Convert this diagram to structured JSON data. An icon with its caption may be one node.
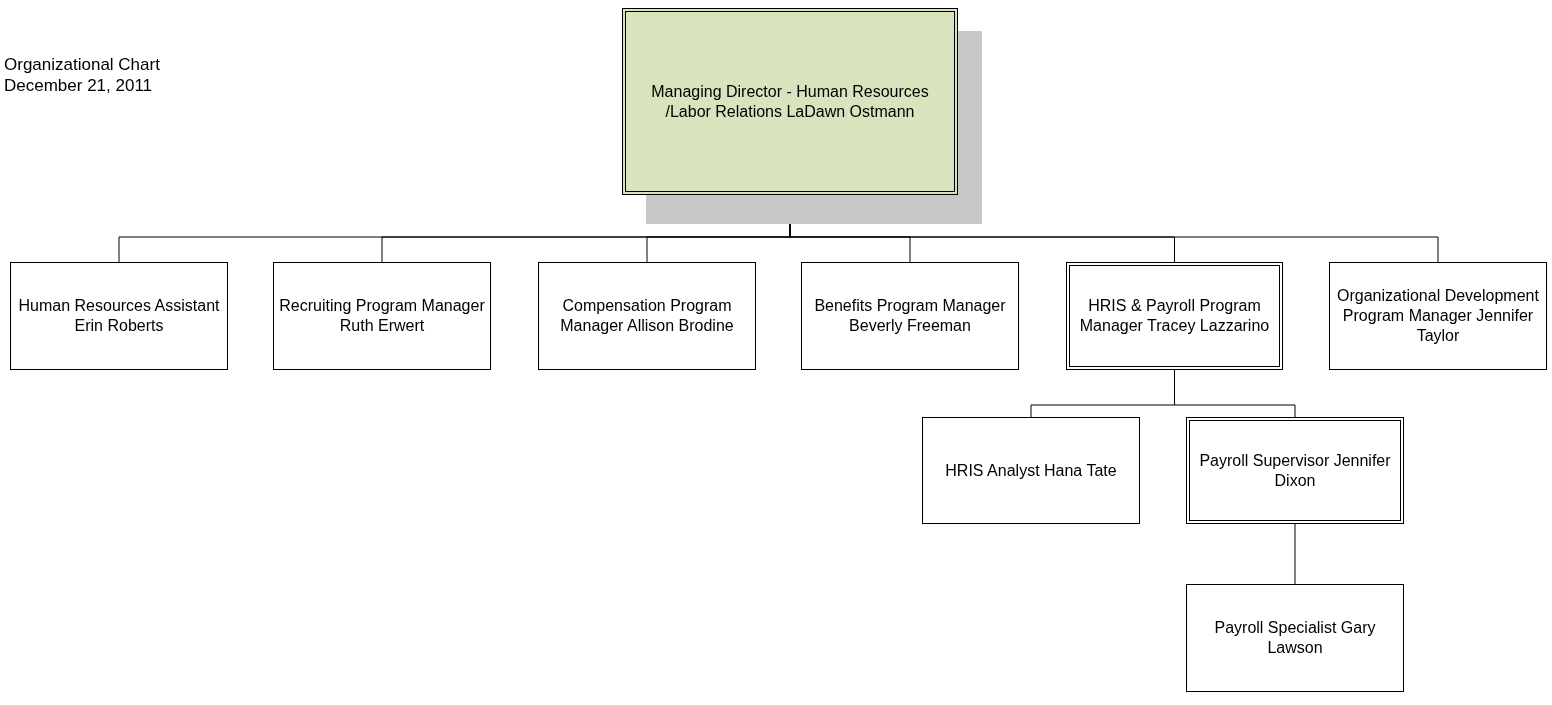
{
  "diagram": {
    "title": "Organizational Chart",
    "labels": [
      "December 21, 2011"
    ],
    "nodes": [
      {
        "text": [
          "Managing Director - Human Resources /Labor Relations LaDawn Ostmann"
        ]
      },
      {
        "text": [
          "Human Resources Assistant Erin Roberts"
        ]
      },
      {
        "text": [
          "Recruiting Program Manager Ruth Erwert"
        ]
      },
      {
        "text": [
          "Compensation Program Manager Allison Brodine"
        ]
      },
      {
        "text": [
          "Benefits Program Manager Beverly Freeman"
        ]
      },
      {
        "text": [
          "HRIS & Payroll Program Manager Tracey Lazzarino"
        ]
      },
      {
        "text": [
          "Organizational Development Program Manager Jennifer Taylor"
        ]
      },
      {
        "text": [
          "HRIS Analyst Hana Tate"
        ]
      },
      {
        "text": [
          "Payroll Supervisor Jennifer Dixon"
        ]
      },
      {
        "text": [
          "Payroll Specialist Gary Lawson"
        ]
      }
    ],
    "edges": [
      {
        "from": 0,
        "to": 1,
        "arrow": "none"
      },
      {
        "from": 0,
        "to": 2,
        "arrow": "none"
      },
      {
        "from": 0,
        "to": 3,
        "arrow": "none"
      },
      {
        "from": 0,
        "to": 4,
        "arrow": "none"
      },
      {
        "from": 0,
        "to": 5,
        "arrow": "none"
      },
      {
        "from": 0,
        "to": 6,
        "arrow": "none"
      },
      {
        "from": 5,
        "to": 7,
        "arrow": "none"
      },
      {
        "from": 5,
        "to": 8,
        "arrow": "none"
      },
      {
        "from": 8,
        "to": 9,
        "arrow": "none"
      }
    ]
  }
}
